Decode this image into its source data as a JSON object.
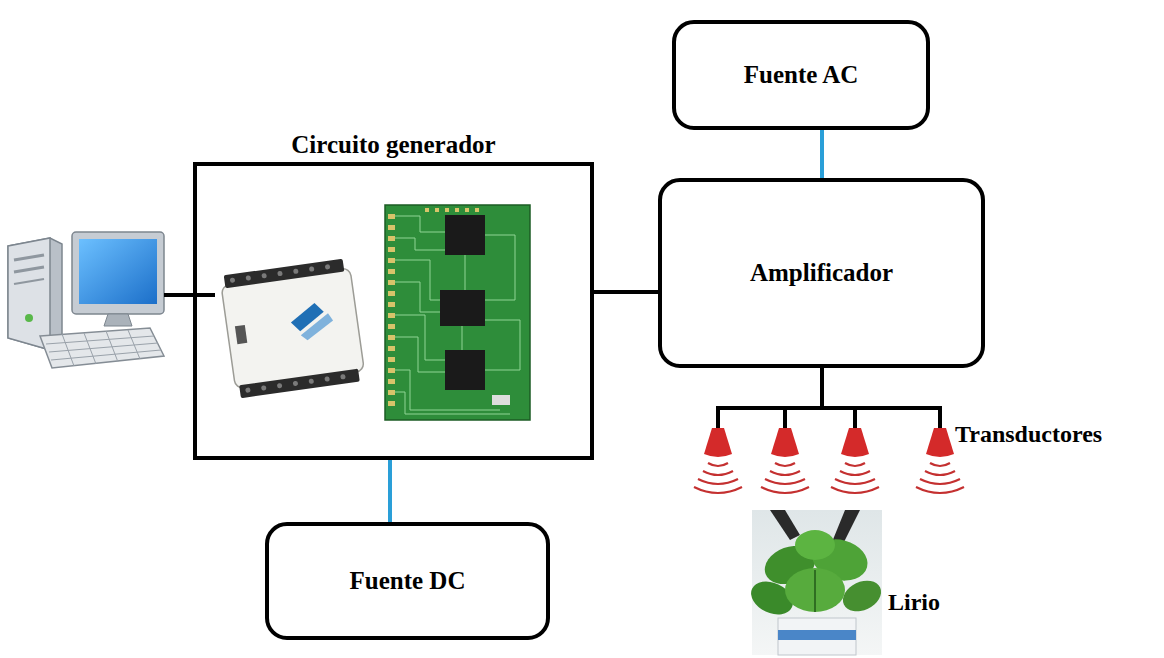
{
  "diagram": {
    "nodes": [
      {
        "text": [
          "Fuente AC"
        ]
      },
      {
        "text": [
          "Circuito generador"
        ]
      },
      {
        "text": [
          "Amplificador"
        ]
      },
      {
        "text": [
          "Fuente DC"
        ]
      }
    ],
    "edges": [
      {
        "from": 3,
        "to": 1,
        "arrow": "none"
      },
      {
        "from": 0,
        "to": 2,
        "arrow": "none"
      },
      {
        "from": 1,
        "to": 2,
        "arrow": "none"
      }
    ],
    "labels": [
      "Transductores",
      "Lirio"
    ]
  }
}
